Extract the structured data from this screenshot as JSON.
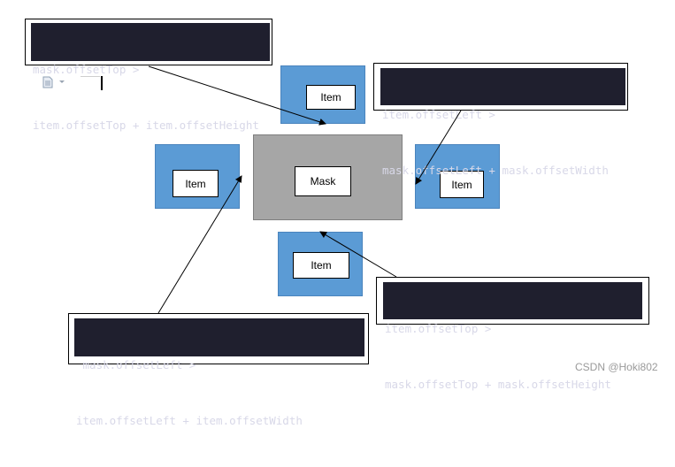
{
  "boxes": {
    "top_label": "Item",
    "left_label": "Item",
    "right_label": "Item",
    "bottom_label": "Item",
    "mask_label": "Mask"
  },
  "conditions": {
    "top": {
      "line1": "mask.offsetTop >",
      "line2": "item.offsetTop + item.offsetHeight"
    },
    "right": {
      "line1": "item.offsetLeft >",
      "line2": "mask.offsetLeft + mask.offsetWidth"
    },
    "bottom": {
      "line1": "item.offsetTop >",
      "line2": "mask.offsetTop + mask.offsetHeight"
    },
    "left": {
      "line1": " mask.offsetLeft >",
      "line2": "item.offsetLeft + item.offsetWidth"
    }
  },
  "watermark": "CSDN @Hoki802",
  "colors": {
    "item_fill": "#5b9bd5",
    "mask_fill": "#a6a6a6",
    "code_bg": "#1f1f2e",
    "code_text": "#d8d8e8"
  },
  "icons": [
    "document-icon",
    "dropdown-caret-icon",
    "text-cursor"
  ]
}
